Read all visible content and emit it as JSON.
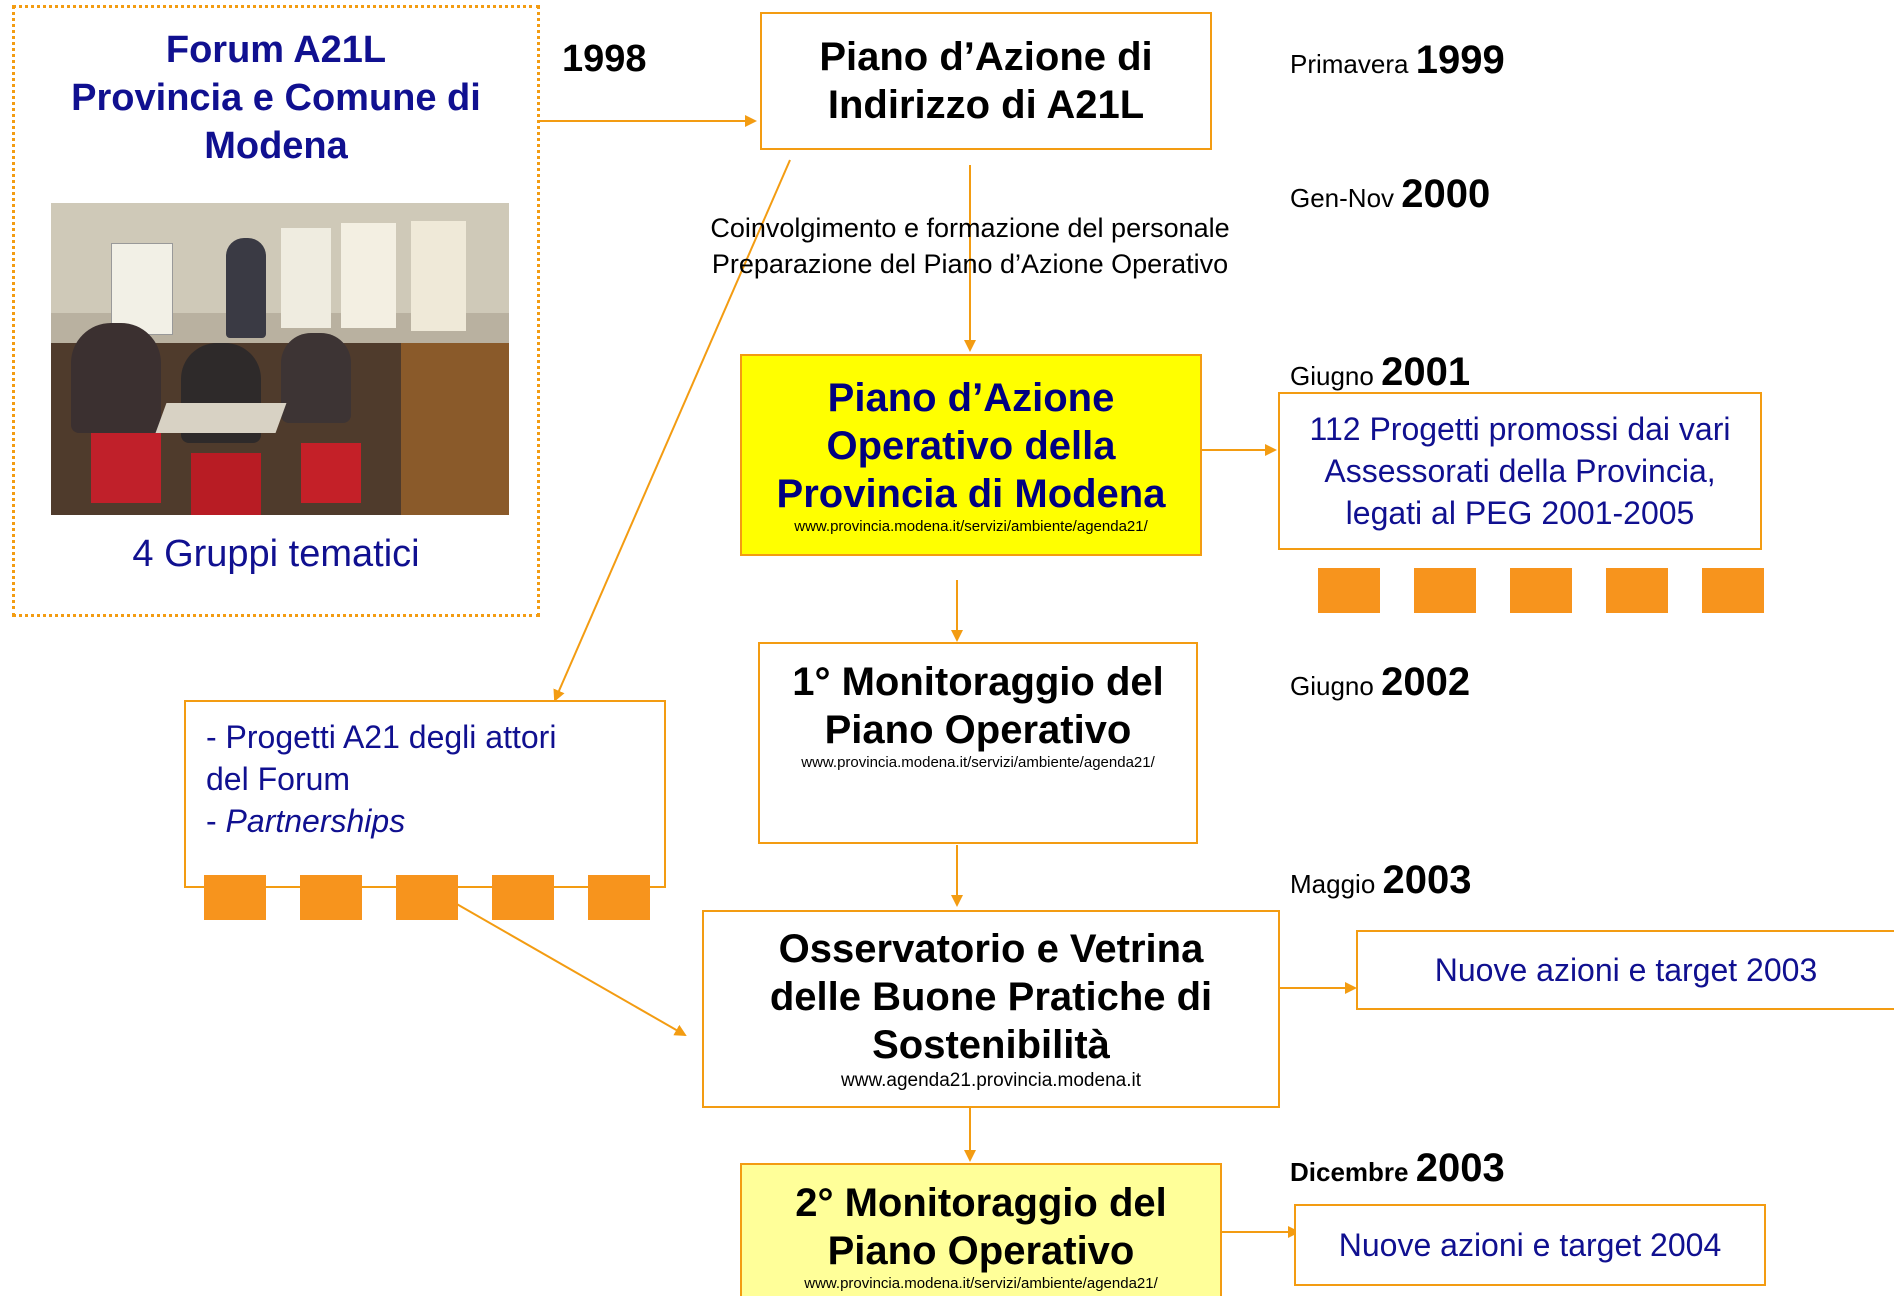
{
  "forum": {
    "title_line1": "Forum A21L",
    "title_line2": "Provincia e Comune di",
    "title_line3": "Modena",
    "photo_label": "4 Gruppi tematici"
  },
  "year_1998": "1998",
  "piano_indirizzo": {
    "line1": "Piano d’Azione di",
    "line2": "Indirizzo di A21L"
  },
  "step_text": {
    "line1": "Coinvolgimento e formazione del personale",
    "line2": "Preparazione del Piano d’Azione Operativo"
  },
  "piano_operativo": {
    "line1": "Piano d’Azione",
    "line2": "Operativo della",
    "line3": "Provincia di Modena",
    "url": "www.provincia.modena.it/servizi/ambiente/agenda21/"
  },
  "progetti_112": {
    "line1": "112 Progetti promossi dai vari",
    "line2": "Assessorati della Provincia,",
    "line3": "legati al PEG 2001-2005"
  },
  "monitoraggio1": {
    "line1": "1° Monitoraggio del",
    "line2": "Piano Operativo",
    "url": "www.provincia.modena.it/servizi/ambiente/agenda21/"
  },
  "progetti_forum": {
    "line1": "- Progetti A21 degli attori",
    "line2": "del Forum",
    "line3_prefix": "- ",
    "line3_italic": "Partnerships"
  },
  "osservatorio": {
    "line1": "Osservatorio e Vetrina",
    "line2": "delle Buone Pratiche di",
    "line3": "Sostenibilità",
    "url": "www.agenda21.provincia.modena.it"
  },
  "azioni_2003": "Nuove azioni e target 2003",
  "monitoraggio2": {
    "line1": "2° Monitoraggio del",
    "line2": "Piano Operativo",
    "url": "www.provincia.modena.it/servizi/ambiente/agenda21/"
  },
  "azioni_2004": "Nuove azioni e target 2004",
  "dates": {
    "d1": {
      "label": "Primavera",
      "year": "1999"
    },
    "d2": {
      "label": "Gen-Nov",
      "year": "2000"
    },
    "d3": {
      "label": "Giugno",
      "year": "2001"
    },
    "d4": {
      "label": "Giugno",
      "year": "2002"
    },
    "d5": {
      "label": "Maggio",
      "year": "2003"
    },
    "d6": {
      "label": "Dicembre",
      "year": "2003"
    }
  },
  "colors": {
    "accent_orange": "#f39c12",
    "square_orange": "#f7941d",
    "highlight_yellow": "#ffff00",
    "pale_yellow": "#ffff99",
    "navy_text": "#101090"
  }
}
